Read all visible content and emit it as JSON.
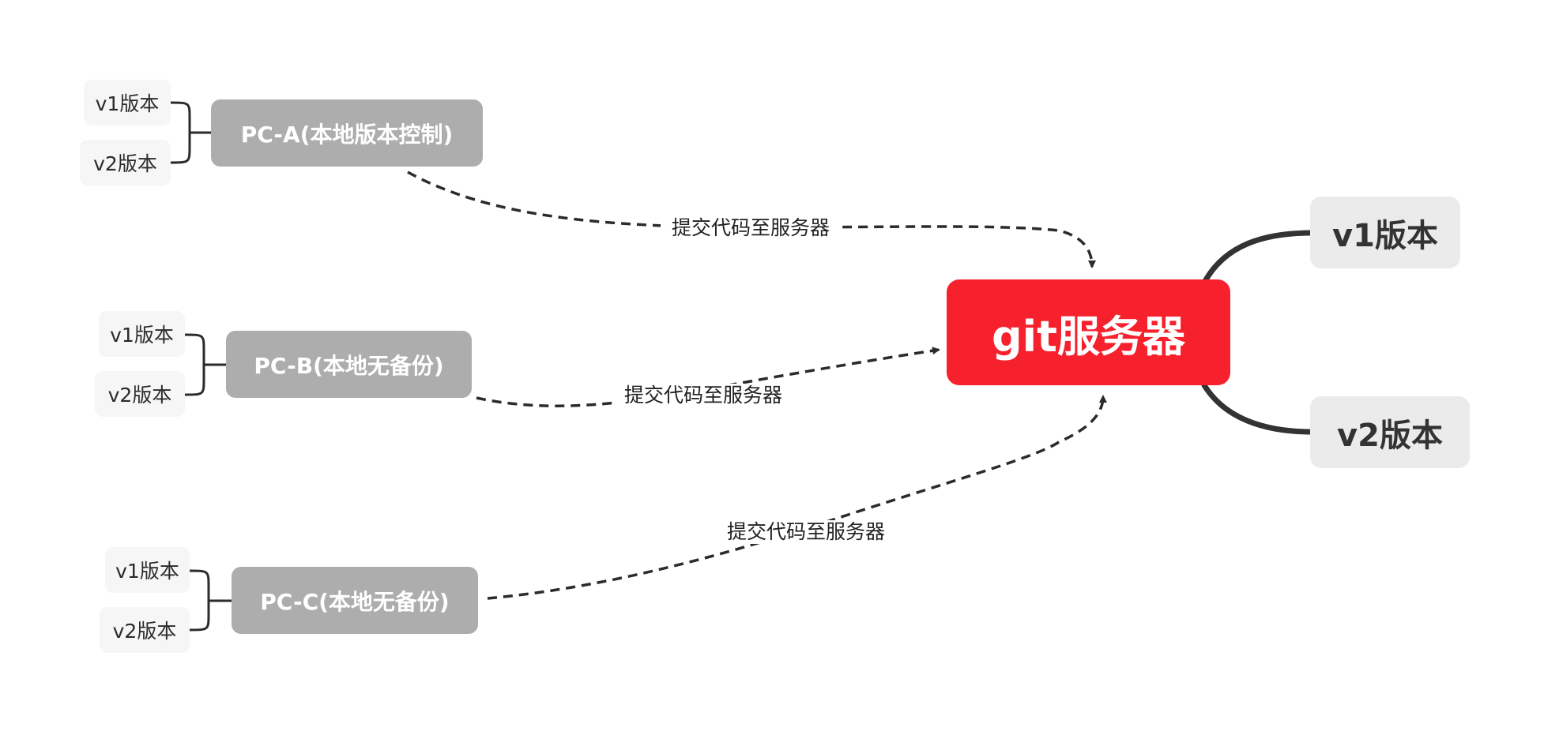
{
  "nodes": {
    "server": {
      "label": "git服务器",
      "color": "#f7202d"
    },
    "server_versions": [
      {
        "label": "v1版本"
      },
      {
        "label": "v2版本"
      }
    ],
    "clients": [
      {
        "label": "PC-A(本地版本控制)",
        "versions": [
          "v1版本",
          "v2版本"
        ]
      },
      {
        "label": "PC-B(本地无备份)",
        "versions": [
          "v1版本",
          "v2版本"
        ]
      },
      {
        "label": "PC-C(本地无备份)",
        "versions": [
          "v1版本",
          "v2版本"
        ]
      }
    ]
  },
  "edges": [
    {
      "from": "PC-A(本地版本控制)",
      "to": "git服务器",
      "label": "提交代码至服务器",
      "style": "dashed"
    },
    {
      "from": "PC-B(本地无备份)",
      "to": "git服务器",
      "label": "提交代码至服务器",
      "style": "dashed"
    },
    {
      "from": "PC-C(本地无备份)",
      "to": "git服务器",
      "label": "提交代码至服务器",
      "style": "dashed"
    }
  ],
  "colors": {
    "client_node": "#adadad",
    "leaf_node": "#f6f6f6",
    "server_leaf_node": "#ebebeb",
    "connector": "#2b2b2b"
  }
}
